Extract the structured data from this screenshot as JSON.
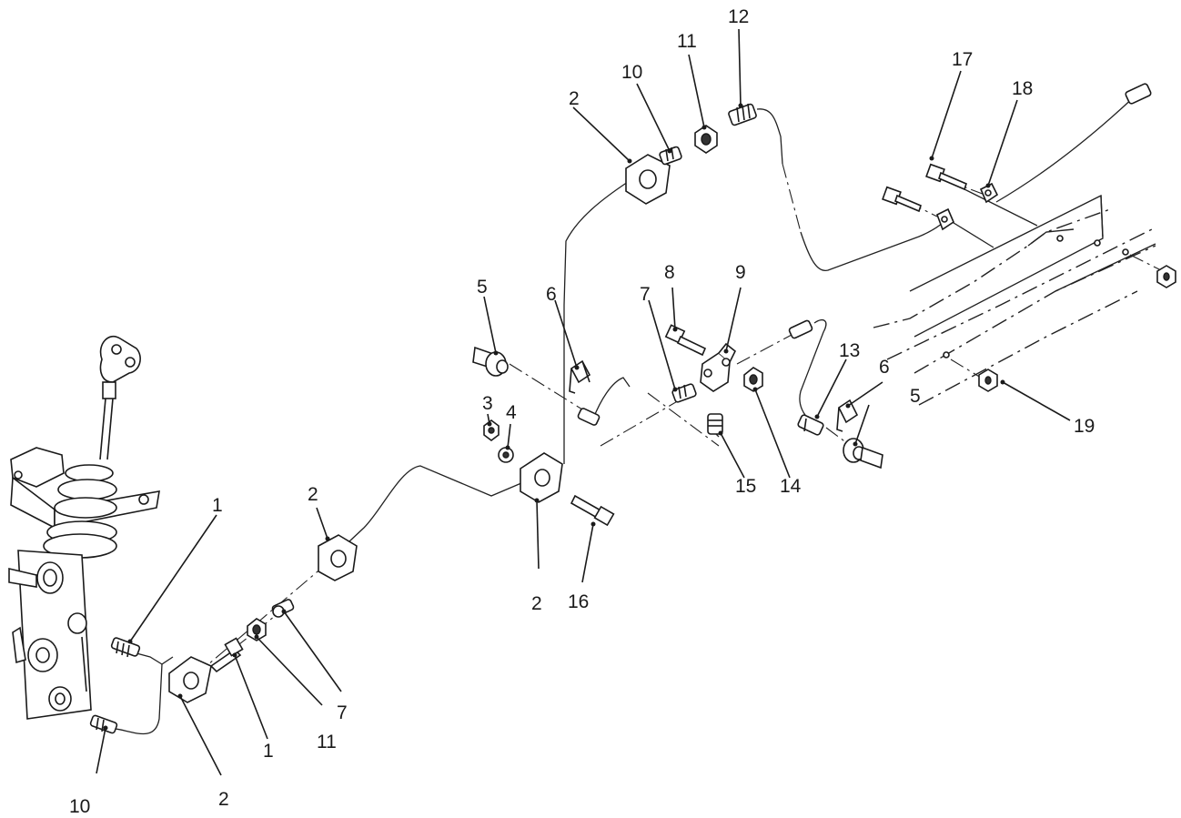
{
  "diagram": {
    "callouts": [
      {
        "id": "c1a",
        "label": "1"
      },
      {
        "id": "c1b",
        "label": "1"
      },
      {
        "id": "c2a",
        "label": "2"
      },
      {
        "id": "c2b",
        "label": "2"
      },
      {
        "id": "c2c",
        "label": "2"
      },
      {
        "id": "c2d",
        "label": "2"
      },
      {
        "id": "c3",
        "label": "3"
      },
      {
        "id": "c4",
        "label": "4"
      },
      {
        "id": "c5a",
        "label": "5"
      },
      {
        "id": "c5b",
        "label": "5"
      },
      {
        "id": "c6a",
        "label": "6"
      },
      {
        "id": "c6b",
        "label": "6"
      },
      {
        "id": "c7a",
        "label": "7"
      },
      {
        "id": "c7b",
        "label": "7"
      },
      {
        "id": "c8",
        "label": "8"
      },
      {
        "id": "c9",
        "label": "9"
      },
      {
        "id": "c10a",
        "label": "10"
      },
      {
        "id": "c10b",
        "label": "10"
      },
      {
        "id": "c11a",
        "label": "11"
      },
      {
        "id": "c11b",
        "label": "11"
      },
      {
        "id": "c12",
        "label": "12"
      },
      {
        "id": "c13",
        "label": "13"
      },
      {
        "id": "c14",
        "label": "14"
      },
      {
        "id": "c15",
        "label": "15"
      },
      {
        "id": "c16",
        "label": "16"
      },
      {
        "id": "c17",
        "label": "17"
      },
      {
        "id": "c18",
        "label": "18"
      },
      {
        "id": "c19",
        "label": "19"
      }
    ]
  }
}
